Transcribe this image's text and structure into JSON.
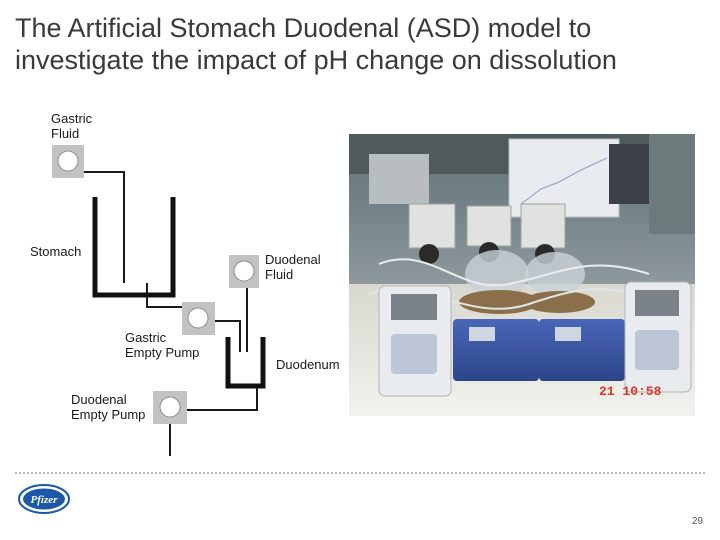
{
  "title": {
    "line1": "The Artificial Stomach Duodenal (ASD) model to",
    "line2": "investigate the impact of pH change on dissolution"
  },
  "diagram": {
    "gastric_fluid": [
      "Gastric",
      "Fluid"
    ],
    "stomach": "Stomach",
    "duodenal_fluid": [
      "Duodenal",
      "Fluid"
    ],
    "gastric_empty_pump": [
      "Gastric",
      "Empty Pump"
    ],
    "duodenum": "Duodenum",
    "duodenal_empty_pump": [
      "Duodenal",
      "Empty Pump"
    ]
  },
  "photo": {
    "timestamp": "21 10:58",
    "timestamp_color": "#e0342a"
  },
  "footer": {
    "logo_text": "Pfizer",
    "logo_color": "#1c58a8",
    "page_number": "29"
  }
}
